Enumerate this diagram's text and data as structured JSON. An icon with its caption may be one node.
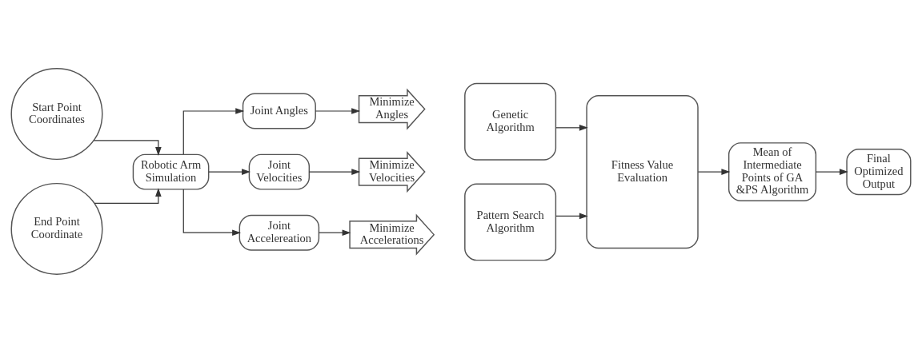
{
  "diagram": {
    "nodes": [
      {
        "text": [
          "Start Point Coordinates"
        ]
      },
      {
        "text": [
          "End Point Coordinate"
        ]
      },
      {
        "text": [
          "Robotic Arm Simulation"
        ]
      },
      {
        "text": [
          "Joint Angles"
        ]
      },
      {
        "text": [
          "Joint Velocities"
        ]
      },
      {
        "text": [
          "Joint Accelereation"
        ]
      },
      {
        "text": [
          "Minimize Angles"
        ]
      },
      {
        "text": [
          "Minimize Velocities"
        ]
      },
      {
        "text": [
          "Minimize Accelerations"
        ]
      },
      {
        "text": [
          "Genetic Algorithm"
        ]
      },
      {
        "text": [
          "Pattern Search Algorithm"
        ]
      },
      {
        "text": [
          "Fitness Value Evaluation"
        ]
      },
      {
        "text": [
          "Mean of Intermediate Points of GA &PS Algorithm"
        ]
      },
      {
        "text": [
          "Final Optimized Output"
        ]
      }
    ],
    "edges": [
      {
        "from": 0,
        "to": 2,
        "arrow": "to"
      },
      {
        "from": 1,
        "to": 2,
        "arrow": "to"
      },
      {
        "from": 2,
        "to": 3,
        "arrow": "to"
      },
      {
        "from": 2,
        "to": 4,
        "arrow": "to"
      },
      {
        "from": 2,
        "to": 5,
        "arrow": "to"
      },
      {
        "from": 3,
        "to": 6,
        "arrow": "to"
      },
      {
        "from": 4,
        "to": 7,
        "arrow": "to"
      },
      {
        "from": 5,
        "to": 8,
        "arrow": "to"
      },
      {
        "from": 9,
        "to": 11,
        "arrow": "to"
      },
      {
        "from": 10,
        "to": 11,
        "arrow": "to"
      },
      {
        "from": 11,
        "to": 12,
        "arrow": "to"
      },
      {
        "from": 12,
        "to": 13,
        "arrow": "to"
      }
    ]
  }
}
